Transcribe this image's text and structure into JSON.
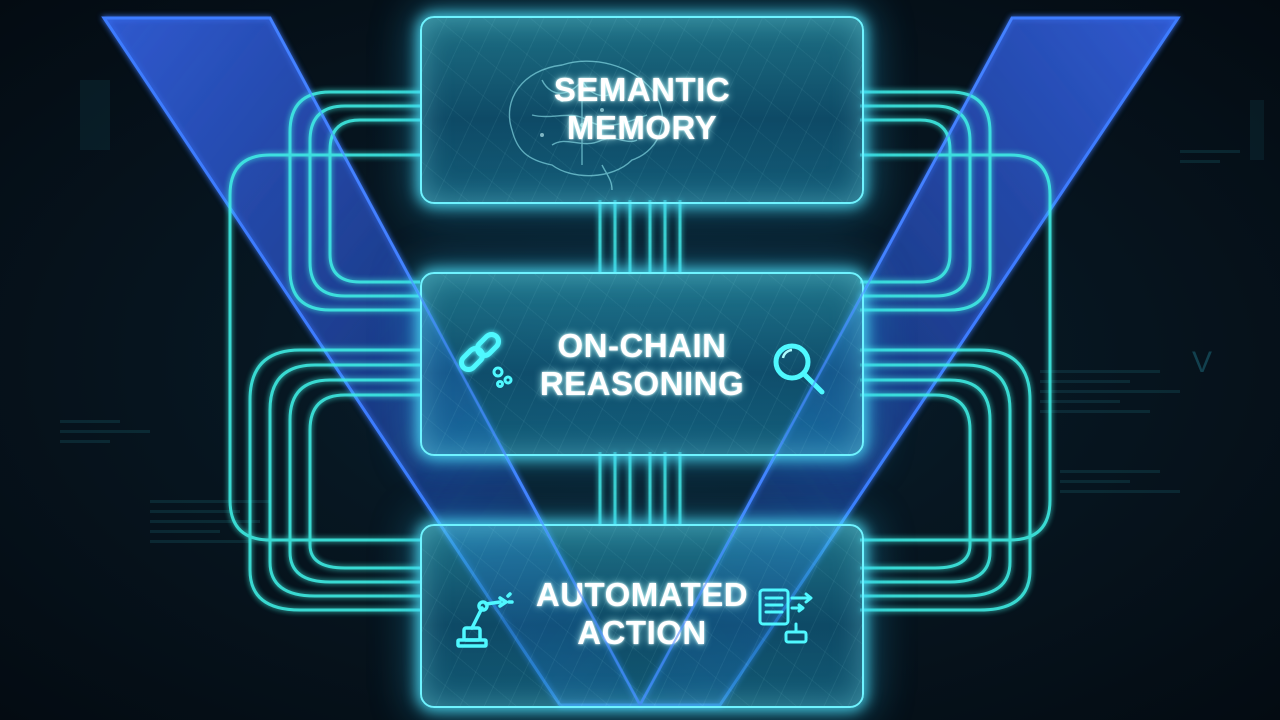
{
  "diagram": {
    "layers": [
      {
        "id": "semantic-memory",
        "line1": "SEMANTIC",
        "line2": "MEMORY",
        "icons": [
          "brain-icon"
        ]
      },
      {
        "id": "on-chain-reasoning",
        "line1": "ON-CHAIN",
        "line2": "REASONING",
        "icons": [
          "chain-link-icon",
          "magnifier-icon"
        ]
      },
      {
        "id": "automated-action",
        "line1": "AUTOMATED",
        "line2": "ACTION",
        "icons": [
          "robot-arm-icon",
          "document-flow-icon"
        ]
      }
    ],
    "colors": {
      "accent": "#6ff3ff",
      "glow": "#38e6ff",
      "beam": "#2f6bff",
      "background": "#050c14"
    },
    "watermark_letter": "V"
  }
}
